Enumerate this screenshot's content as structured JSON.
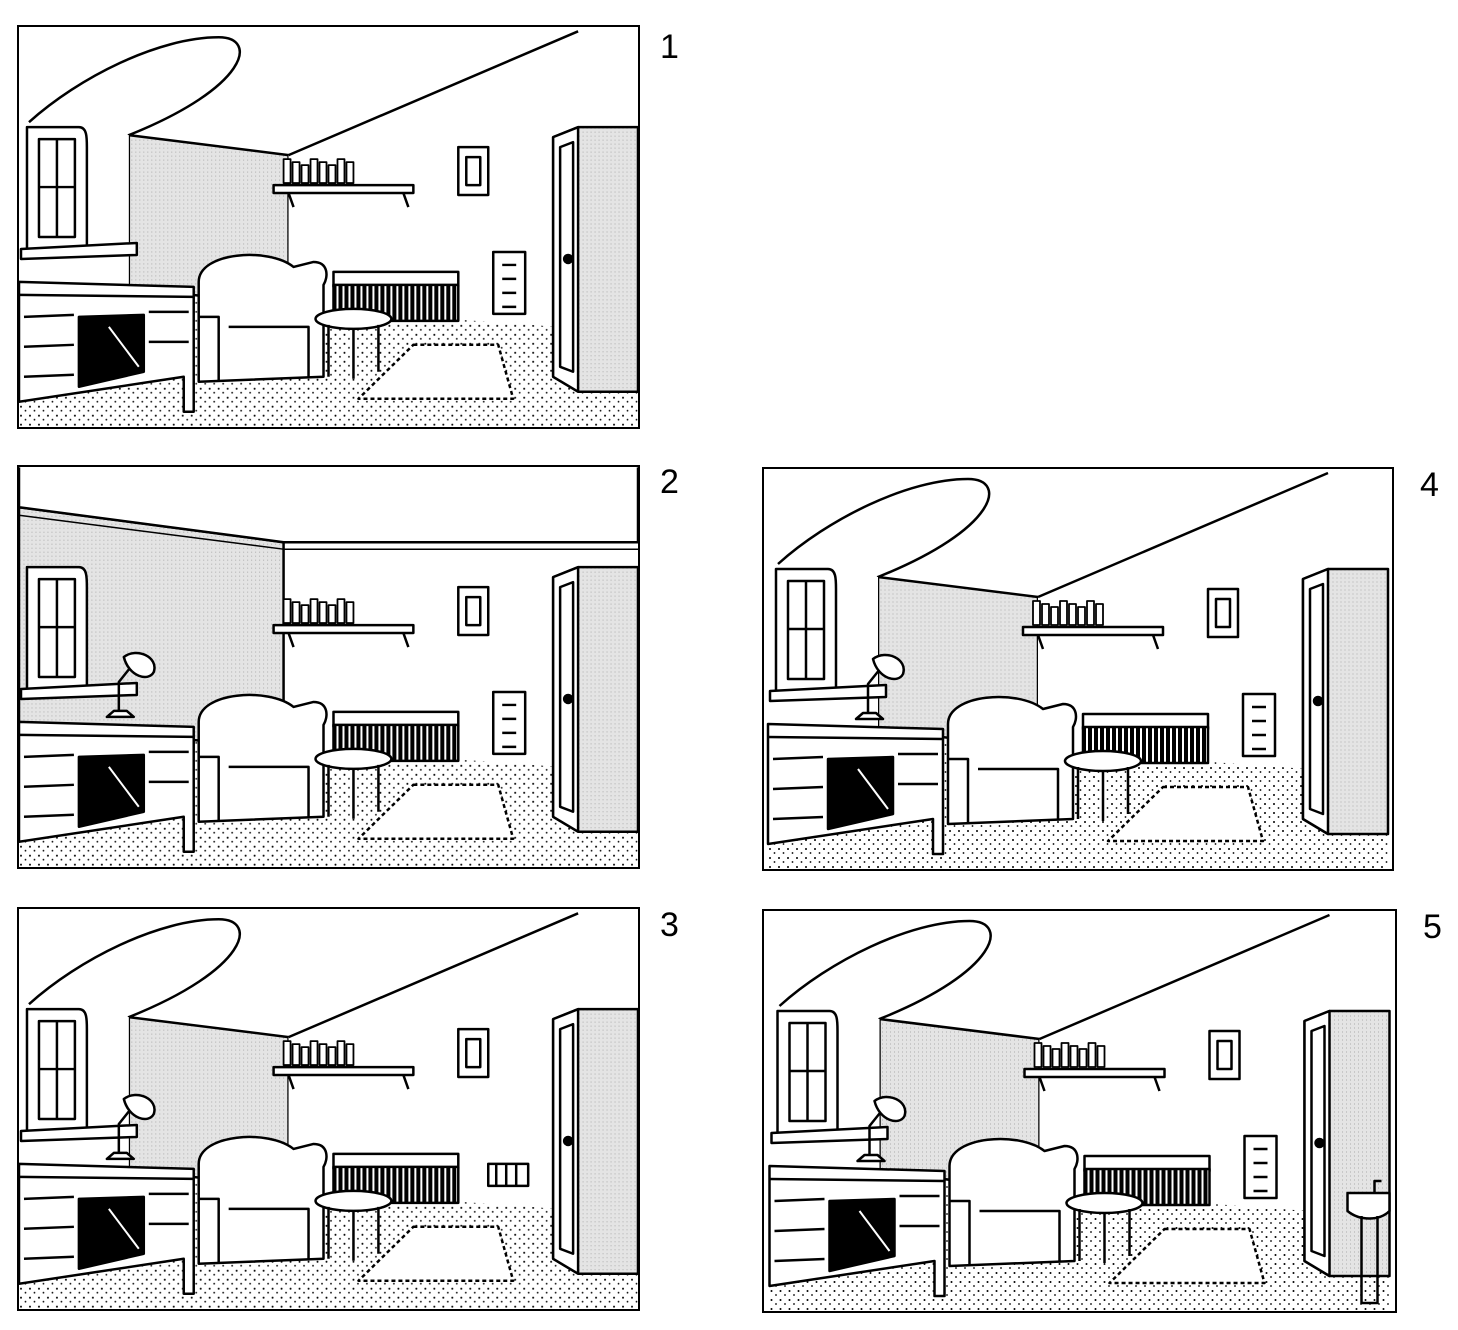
{
  "panels": [
    {
      "number": "1",
      "ceiling": "sloped",
      "lamp": false,
      "radiator": "nightstand",
      "washbasin": false
    },
    {
      "number": "2",
      "ceiling": "flat",
      "lamp": true,
      "radiator": "nightstand",
      "washbasin": false
    },
    {
      "number": "3",
      "ceiling": "sloped",
      "lamp": true,
      "radiator": "small-heater",
      "washbasin": false
    },
    {
      "number": "4",
      "ceiling": "sloped",
      "lamp": true,
      "radiator": "nightstand",
      "washbasin": false
    },
    {
      "number": "5",
      "ceiling": "sloped",
      "lamp": true,
      "radiator": "nightstand",
      "washbasin": true
    }
  ],
  "colors": {
    "ink": "#000000",
    "wall_shade": "#e6e6e6",
    "floor": "#f3f3f3"
  }
}
